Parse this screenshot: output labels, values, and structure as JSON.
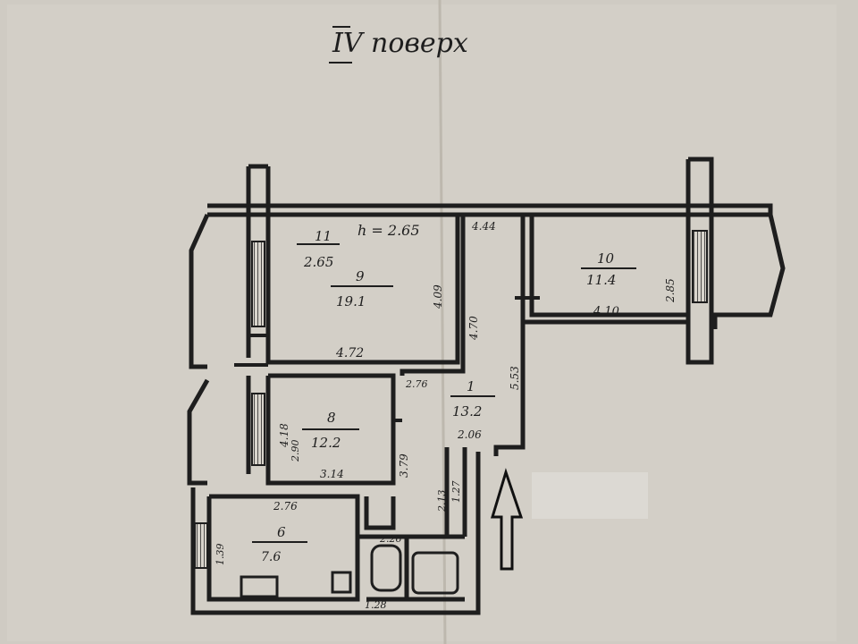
{
  "title": "IV поверх",
  "height_note": "h = 2.65",
  "rooms": [
    {
      "id": "r11",
      "number": "11",
      "area": "2.65"
    },
    {
      "id": "r9",
      "number": "9",
      "area": "19.1"
    },
    {
      "id": "r10",
      "number": "10",
      "area": "11.4"
    },
    {
      "id": "r1",
      "number": "1",
      "area": "13.2"
    },
    {
      "id": "r8",
      "number": "8",
      "area": "12.2"
    },
    {
      "id": "r6",
      "number": "6",
      "area": "7.6"
    }
  ],
  "dimensions": {
    "d_444": "4.44",
    "d_409": "4.09",
    "d_470": "4.70",
    "d_472": "4.72",
    "d_285": "2.85",
    "d_410": "4.10",
    "d_276": "2.76",
    "d_553": "5.53",
    "d_206": "2.06",
    "d_418": "4.18",
    "d_314": "3.14",
    "d_379": "3.79",
    "d_276b": "2.76",
    "d_213": "2.13",
    "d_226": "2.26",
    "d_127": "1.27",
    "d_139": "1.39",
    "d_128": "1.28",
    "d_290": "2.90"
  },
  "colors": {
    "paper": "#cfcbc3",
    "ink": "#1e1e1e"
  }
}
